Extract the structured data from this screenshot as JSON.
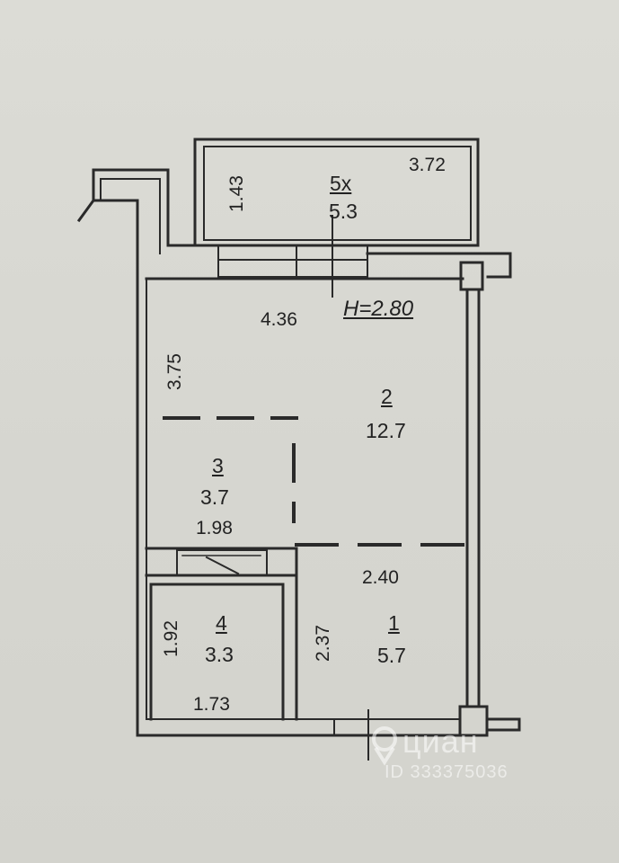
{
  "ceiling_height": "H=2.80",
  "rooms": [
    {
      "number": "1",
      "area": "5.7"
    },
    {
      "number": "2",
      "area": "12.7"
    },
    {
      "number": "3",
      "area": "3.7"
    },
    {
      "number": "4",
      "area": "3.3"
    },
    {
      "number": "5х",
      "area": "5.3"
    }
  ],
  "dimensions": {
    "balcony_depth": "1.43",
    "balcony_width": "3.72",
    "room2_width": "4.36",
    "room3_height": "3.75",
    "room3_width": "1.98",
    "room1_width": "2.40",
    "room4_height": "1.92",
    "room1_height": "2.37",
    "room4_width": "1.73"
  },
  "watermark": {
    "brand": "циан",
    "id": "ID 333375036"
  }
}
